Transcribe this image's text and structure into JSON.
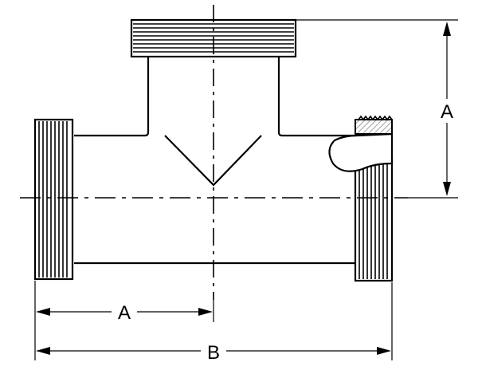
{
  "dimensions": {
    "vertical_label": "A",
    "horizontal_short_label": "A",
    "horizontal_long_label": "B"
  },
  "colors": {
    "stroke": "#000000",
    "background": "#ffffff",
    "hatch": "#777777"
  }
}
